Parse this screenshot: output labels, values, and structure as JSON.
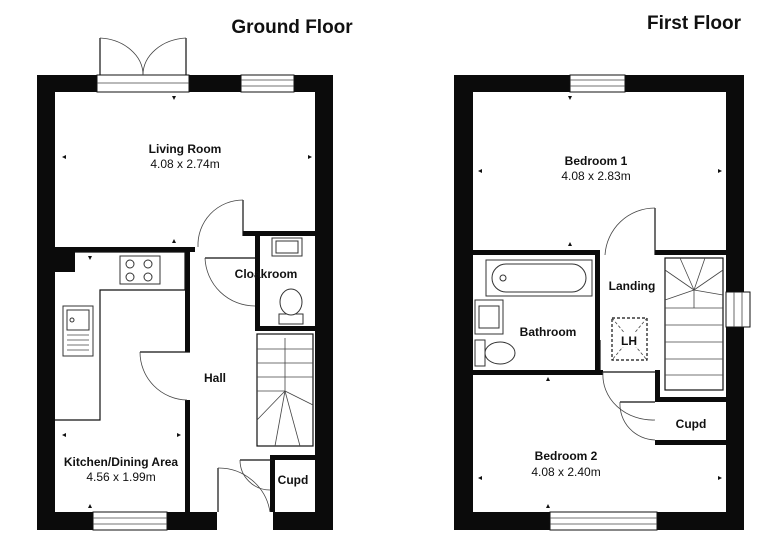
{
  "ground_floor": {
    "title": "Ground Floor",
    "rooms": {
      "living_room": {
        "name": "Living Room",
        "dimensions": "4.08 x 2.74m"
      },
      "cloakroom": {
        "name": "Cloakroom"
      },
      "hall": {
        "name": "Hall"
      },
      "kitchen_dining": {
        "name": "Kitchen/Dining Area",
        "dimensions": "4.56 x 1.99m"
      },
      "cupd": {
        "name": "Cupd"
      }
    }
  },
  "first_floor": {
    "title": "First Floor",
    "rooms": {
      "bedroom1": {
        "name": "Bedroom 1",
        "dimensions": "4.08 x 2.83m"
      },
      "landing": {
        "name": "Landing"
      },
      "bathroom": {
        "name": "Bathroom"
      },
      "loft_hatch": {
        "name": "LH"
      },
      "cupd": {
        "name": "Cupd"
      },
      "bedroom2": {
        "name": "Bedroom 2",
        "dimensions": "4.08 x 2.40m"
      }
    }
  }
}
